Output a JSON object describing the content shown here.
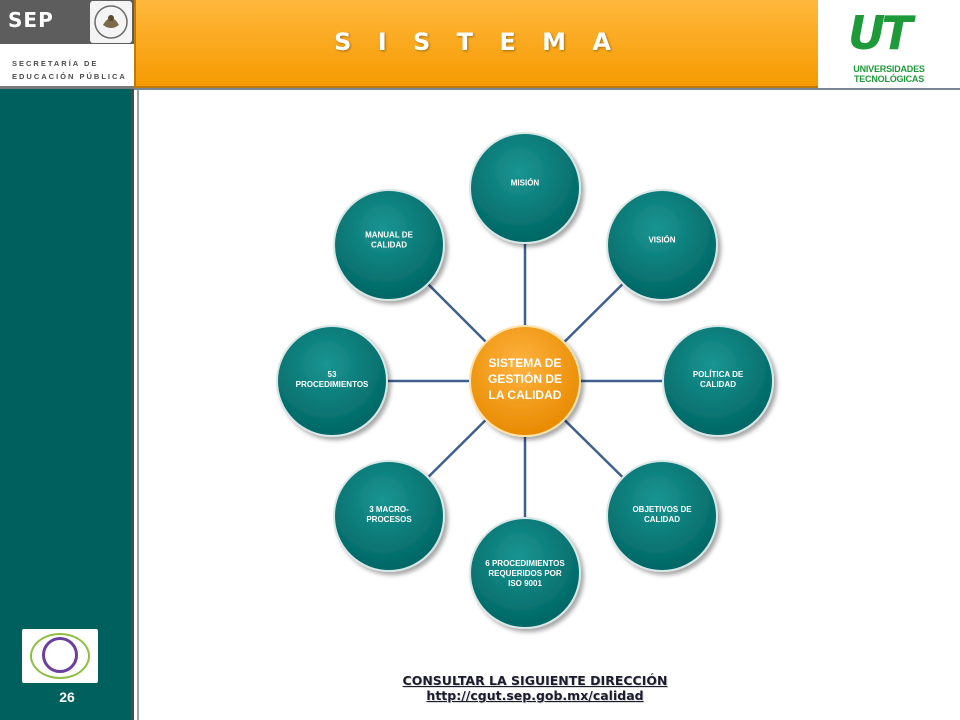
{
  "header": {
    "sep_logo": "SEP",
    "sep_subtitle_1": "SECRETARÍA DE",
    "sep_subtitle_2": "EDUCACIÓN PÚBLICA",
    "title": "S I S T E M A",
    "ut_logo": "UT",
    "ut_subtitle": "UNIVERSIDADES TECNOLÓGICAS"
  },
  "sidebar": {
    "page_number": "26"
  },
  "diagram": {
    "center": {
      "lines": [
        "SISTEMA DE",
        "GESTIÓN DE",
        "LA CALIDAD"
      ]
    },
    "nodes": [
      {
        "id": "mision",
        "lines": [
          "MISIÓN"
        ]
      },
      {
        "id": "vision",
        "lines": [
          "VISIÓN"
        ]
      },
      {
        "id": "politica",
        "lines": [
          "POLÍTICA DE",
          "CALIDAD"
        ]
      },
      {
        "id": "objetivos",
        "lines": [
          "OBJETIVOS DE",
          "CALIDAD"
        ]
      },
      {
        "id": "procedimientos-iso",
        "lines": [
          "6 PROCEDIMIENTOS",
          "REQUERIDOS POR",
          "ISO 9001"
        ]
      },
      {
        "id": "macroprocesos",
        "lines": [
          "3 MACRO-",
          "PROCESOS"
        ]
      },
      {
        "id": "procedimientos-53",
        "lines": [
          "53",
          "PROCEDIMIENTOS"
        ]
      },
      {
        "id": "manual",
        "lines": [
          "MANUAL DE",
          "CALIDAD"
        ]
      }
    ],
    "colors": {
      "center": "#f59a00",
      "node": "#0a7a78",
      "connector": "#3f5f8f"
    }
  },
  "footer": {
    "link_text": "CONSULTAR LA SIGUIENTE DIRECCIÓN http://cgut.sep.gob.mx/calidad"
  }
}
